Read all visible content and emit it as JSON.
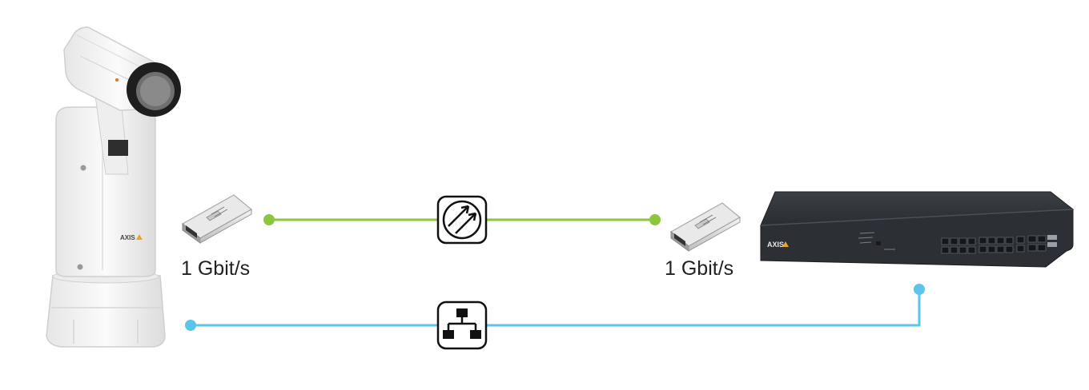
{
  "diagram": {
    "left_module": {
      "speed_label": "1 Gbit/s"
    },
    "right_module": {
      "speed_label": "1 Gbit/s"
    },
    "fiber_link": {
      "color": "#8cc63f",
      "icon": "fiber-optic-arrows-icon"
    },
    "network_link": {
      "color": "#5bc4ec",
      "icon": "network-topology-icon"
    },
    "camera": {
      "icon": "ptz-thermal-camera-icon",
      "brand_mark": "AXIS"
    },
    "switch": {
      "icon": "network-switch-icon",
      "brand_mark": "AXIS"
    }
  }
}
